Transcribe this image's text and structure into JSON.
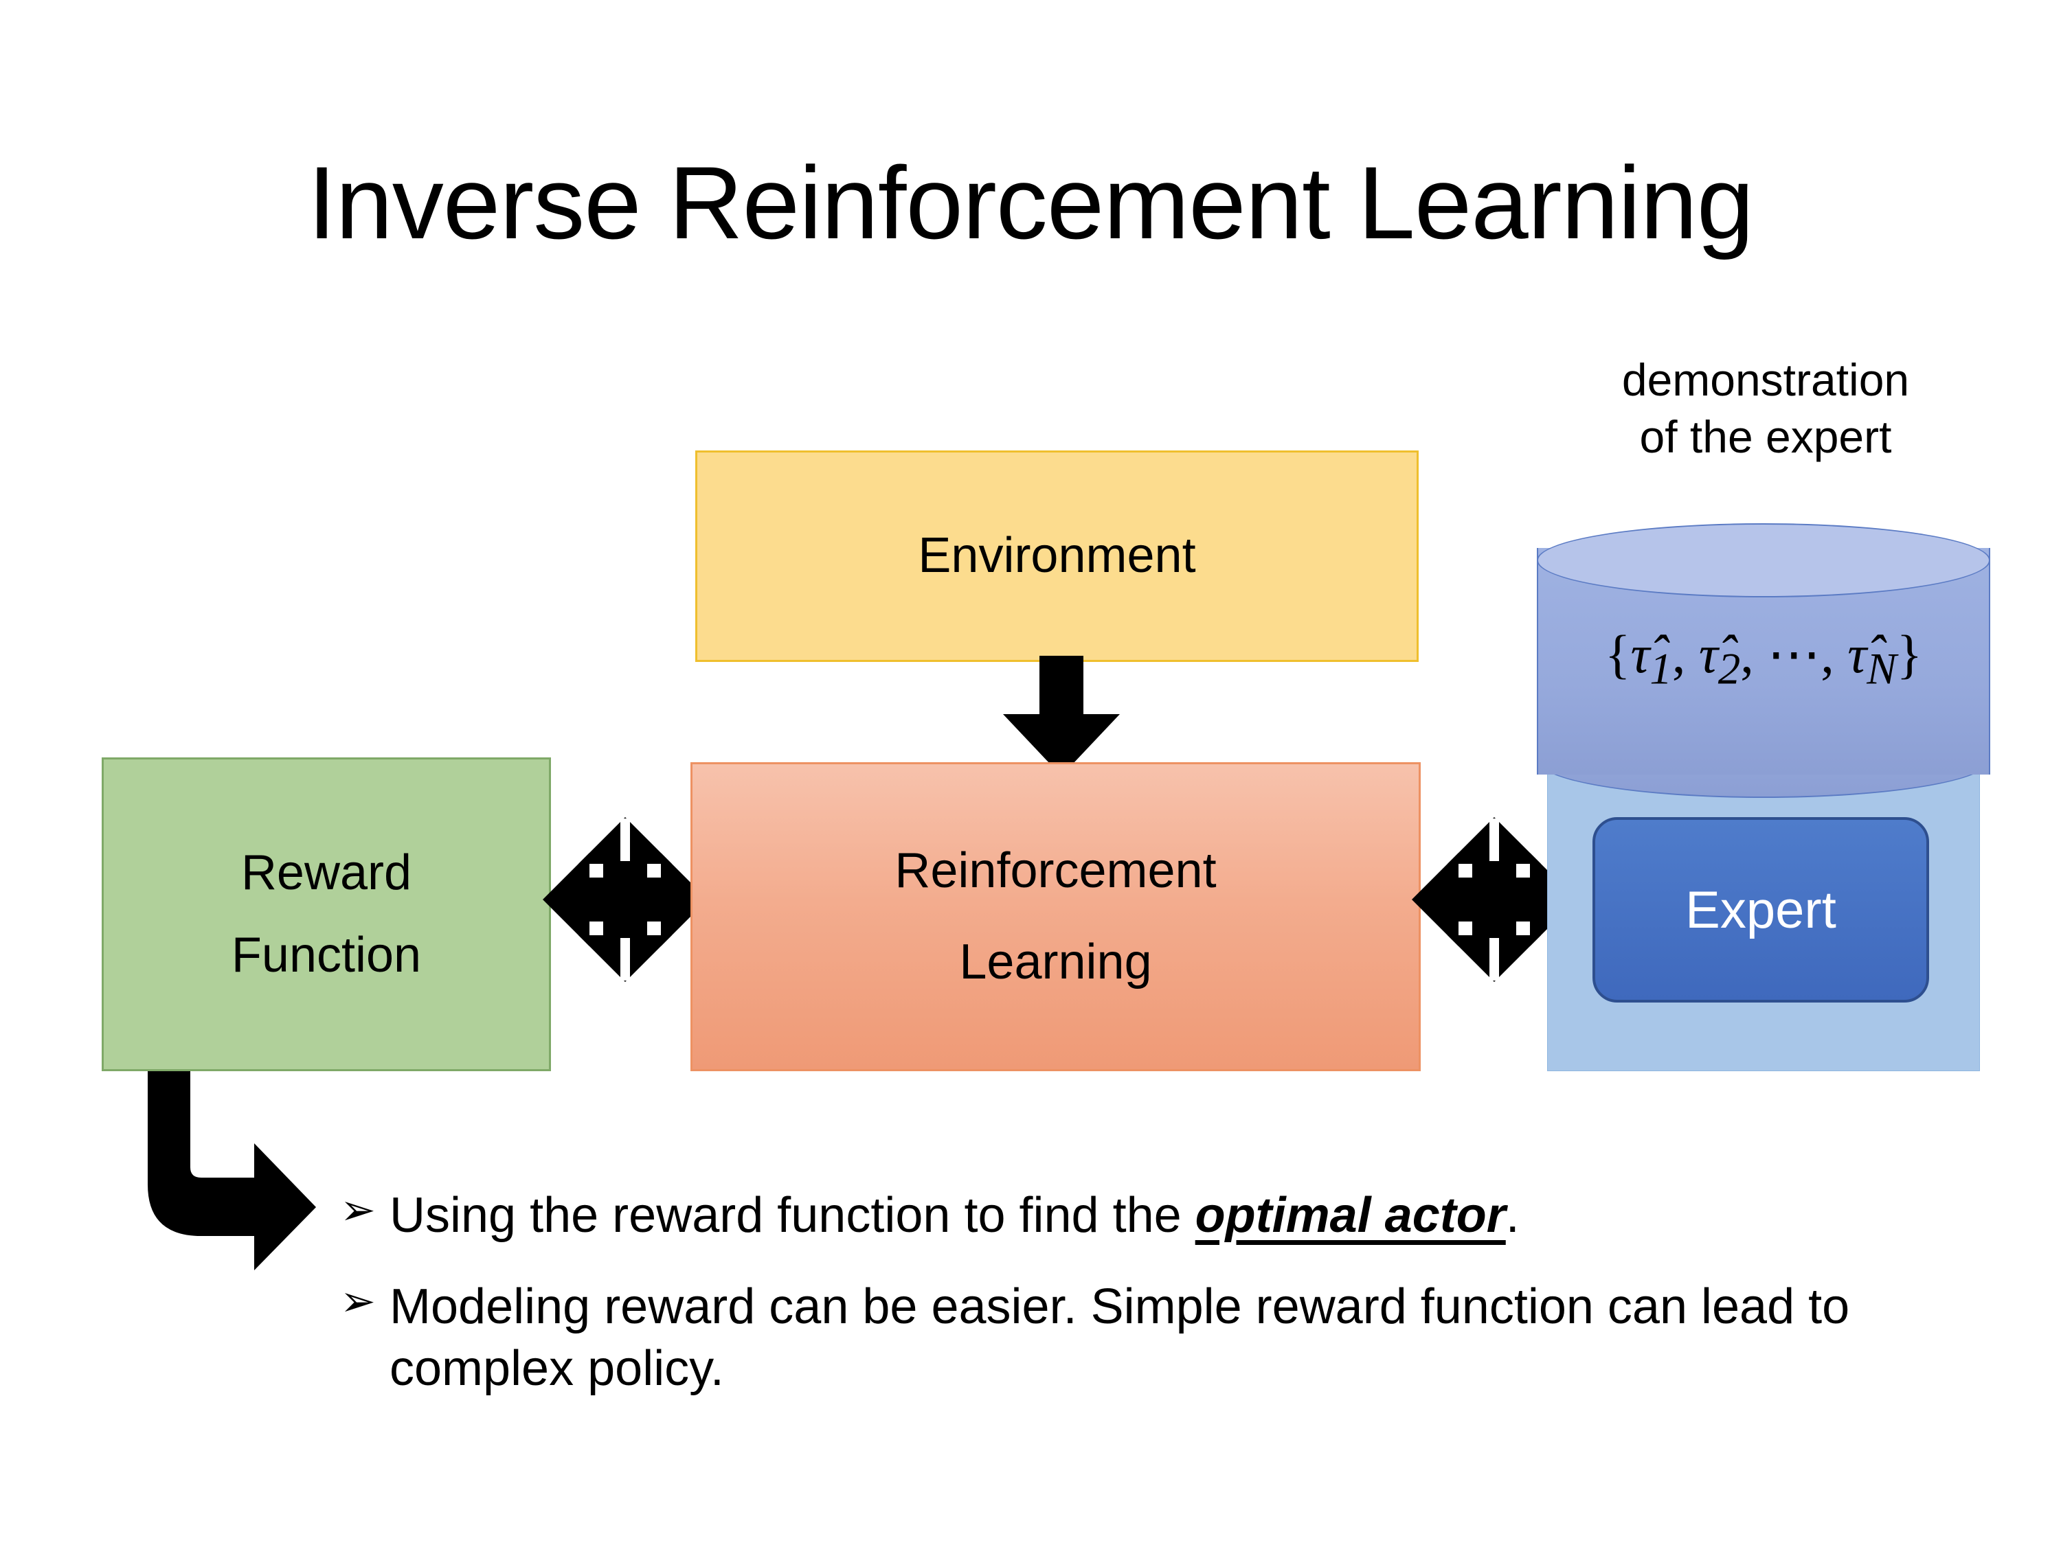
{
  "slide": {
    "title": "Inverse Reinforcement Learning"
  },
  "diagram": {
    "environment_box": {
      "label": "Environment",
      "fill": "#FCDC8E",
      "border": "#EFBF2E"
    },
    "rl_box": {
      "line1": "Reinforcement",
      "line2": "Learning",
      "fill_top": "#F7C2AC",
      "fill_bottom": "#EF9A76",
      "border": "#ED9263"
    },
    "reward_box": {
      "line1": "Reward",
      "line2": "Function",
      "fill": "#B0D09A",
      "border": "#7FA968"
    },
    "expert_panel": {
      "fill": "#A8C6E8",
      "expert_label": "Expert",
      "expert_fill": "#4472C4",
      "expert_border": "#2E4F8F",
      "expert_text_color": "#FFFFFF"
    },
    "demonstration": {
      "caption_line1": "demonstration",
      "caption_line2": "of the expert",
      "cylinder_formula_open": "{",
      "cylinder_formula": "τ̂1, τ̂2, ⋯, τ̂N",
      "cylinder_parts": {
        "open_brace": "{",
        "t1": "τ̂",
        "sub1": "1",
        "comma1": ", ",
        "t2": "τ̂",
        "sub2": "2",
        "comma2": ", ",
        "dots": "⋯",
        "comma3": ", ",
        "tn": "τ̂",
        "subn": "N",
        "close_brace": "}"
      },
      "cylinder_body_fill": "#96A9DC",
      "cylinder_top_fill": "#B6C4EA",
      "cylinder_stroke": "#5B7BC4"
    },
    "arrows": {
      "env_to_rl": "down-arrow",
      "reward_rl_link": "double-headed-arrow",
      "rl_expert_link": "double-headed-arrow",
      "reward_to_bullet": "bent-arrow",
      "color": "#000000"
    }
  },
  "bullets": [
    {
      "glyph": "➢",
      "pre": "Using the reward function to find the ",
      "emphasis": "optimal actor",
      "post": "."
    },
    {
      "glyph": "➢",
      "pre": "Modeling reward can be easier. Simple reward function can lead to complex policy.",
      "emphasis": "",
      "post": ""
    }
  ]
}
